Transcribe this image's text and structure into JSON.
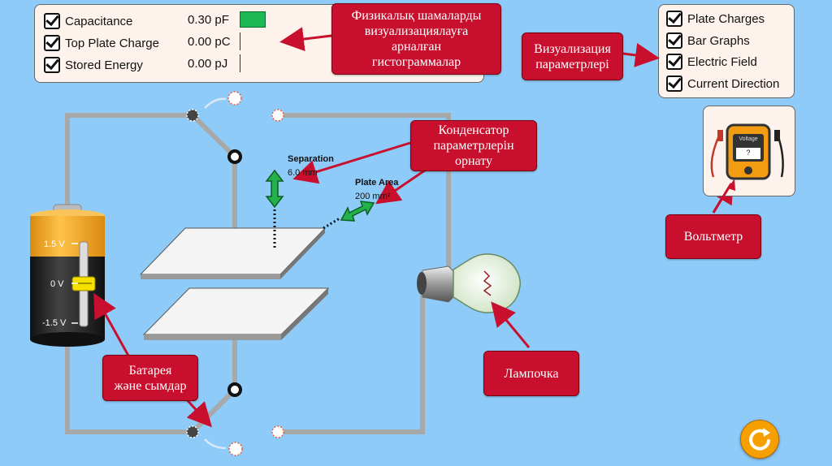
{
  "top_panel": {
    "rows": [
      {
        "label": "Capacitance",
        "value": "0.30 pF"
      },
      {
        "label": "Top Plate Charge",
        "value": "0.00 pC"
      },
      {
        "label": "Stored Energy",
        "value": "0.00 pJ"
      }
    ]
  },
  "view_panel": {
    "items": [
      "Plate Charges",
      "Bar Graphs",
      "Electric Field",
      "Current Direction"
    ]
  },
  "controls": {
    "separation_label": "Separation",
    "separation_value": "6.0 mm",
    "plate_area_label": "Plate Area",
    "plate_area_value": "200 mm²"
  },
  "battery": {
    "top_label": "1.5 V",
    "mid_label": "0 V",
    "bottom_label": "-1.5 V"
  },
  "voltmeter": {
    "title": "Voltage",
    "reading": "?"
  },
  "callouts": {
    "bar_graphs_lines": [
      "Физикалық шамаларды",
      "визуализациялауға",
      "арналған",
      "гистограммалар"
    ],
    "visualization_lines": [
      "Визуализация",
      "параметрлері"
    ],
    "capacitor_lines": [
      "Конденсатор",
      "параметрлерін",
      "орнату"
    ],
    "voltmeter": "Вольтметр",
    "battery_lines": [
      "Батарея",
      "және сымдар"
    ],
    "bulb": "Лампочка"
  },
  "colors": {
    "background": "#8ecbf8",
    "callout": "#c8102e",
    "bar_graph_green": "#1db954",
    "arrow_green": "#22b14c",
    "battery_orange": "#f7a21b",
    "slider_yellow": "#f5e000"
  }
}
